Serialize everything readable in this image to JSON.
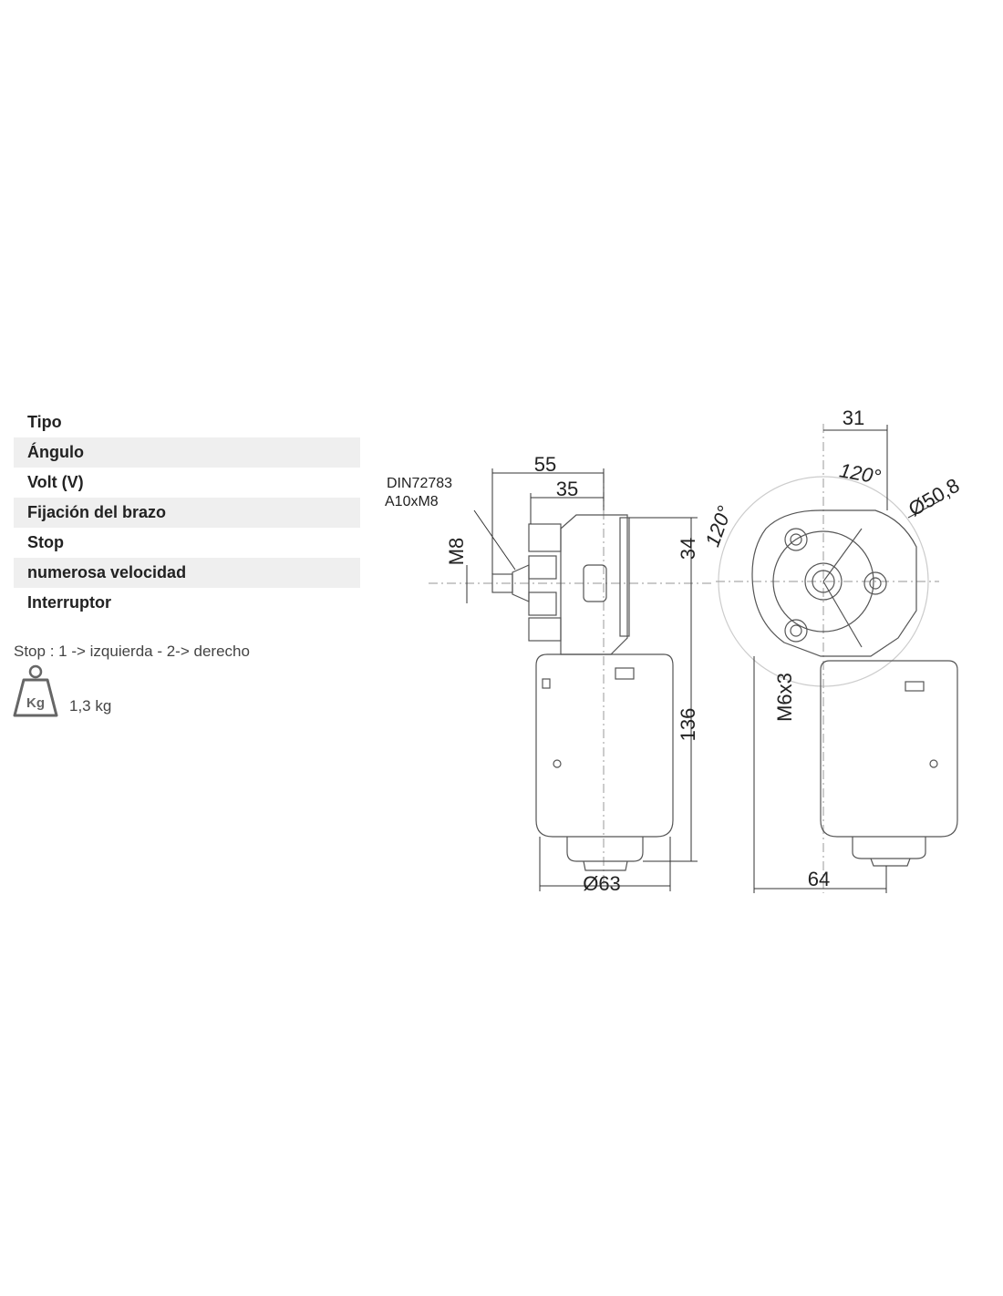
{
  "specs": {
    "rows": [
      {
        "label": "Tipo"
      },
      {
        "label": "Ángulo"
      },
      {
        "label": "Volt (V)"
      },
      {
        "label": "Fijación del brazo"
      },
      {
        "label": "Stop"
      },
      {
        "label": "numerosa velocidad"
      },
      {
        "label": "Interruptor"
      }
    ],
    "stop_note": "Stop : 1 -> izquierda - 2-> derecho",
    "weight": {
      "icon": "weight-kg-icon",
      "icon_label": "Kg",
      "value": "1,3 kg"
    }
  },
  "drawing": {
    "side_view": {
      "din_line1": "DIN72783",
      "din_line2": "A10xM8",
      "dim_55": "55",
      "dim_35": "35",
      "dim_m8": "M8",
      "dim_34": "34",
      "dim_136": "136",
      "dim_d63": "Ø63"
    },
    "front_view": {
      "dim_31": "31",
      "angle_top": "120°",
      "angle_left": "120°",
      "dim_d50": "Ø50,8",
      "dim_m6": "M6x3",
      "dim_64": "64"
    }
  }
}
